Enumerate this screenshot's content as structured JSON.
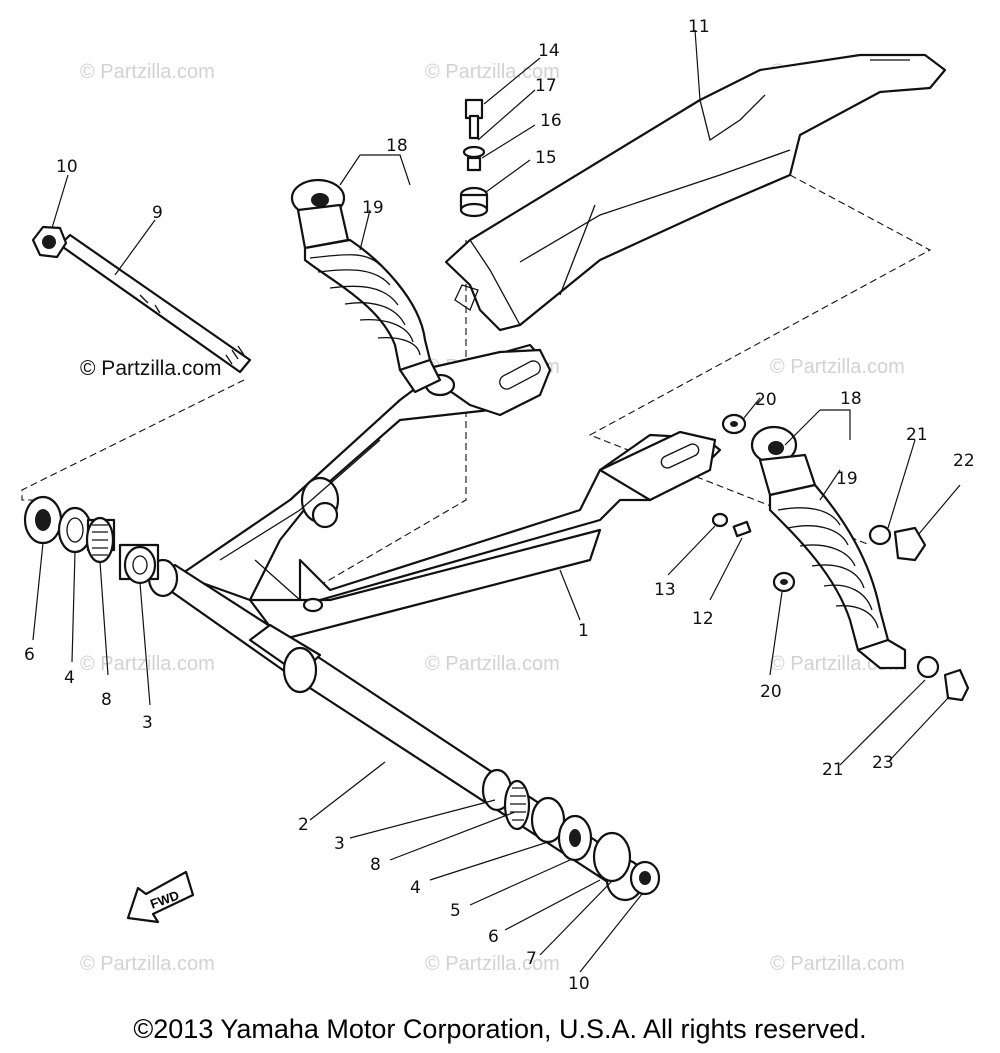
{
  "diagram": {
    "callouts": {
      "n1": "1",
      "n2": "2",
      "n3a": "3",
      "n3b": "3",
      "n4a": "4",
      "n4b": "4",
      "n5": "5",
      "n6a": "6",
      "n6b": "6",
      "n7": "7",
      "n8a": "8",
      "n8b": "8",
      "n9": "9",
      "n10a": "10",
      "n10b": "10",
      "n11": "11",
      "n12": "12",
      "n13": "13",
      "n14": "14",
      "n15": "15",
      "n16": "16",
      "n17": "17",
      "n18a": "18",
      "n18b": "18",
      "n19a": "19",
      "n19b": "19",
      "n20a": "20",
      "n20b": "20",
      "n21a": "21",
      "n21b": "21",
      "n22": "22",
      "n23": "23"
    },
    "fwd_label": "FWD"
  },
  "watermark": "© Partzilla.com",
  "copyright": "©2013 Yamaha Motor Corporation, U.S.A. All rights reserved."
}
